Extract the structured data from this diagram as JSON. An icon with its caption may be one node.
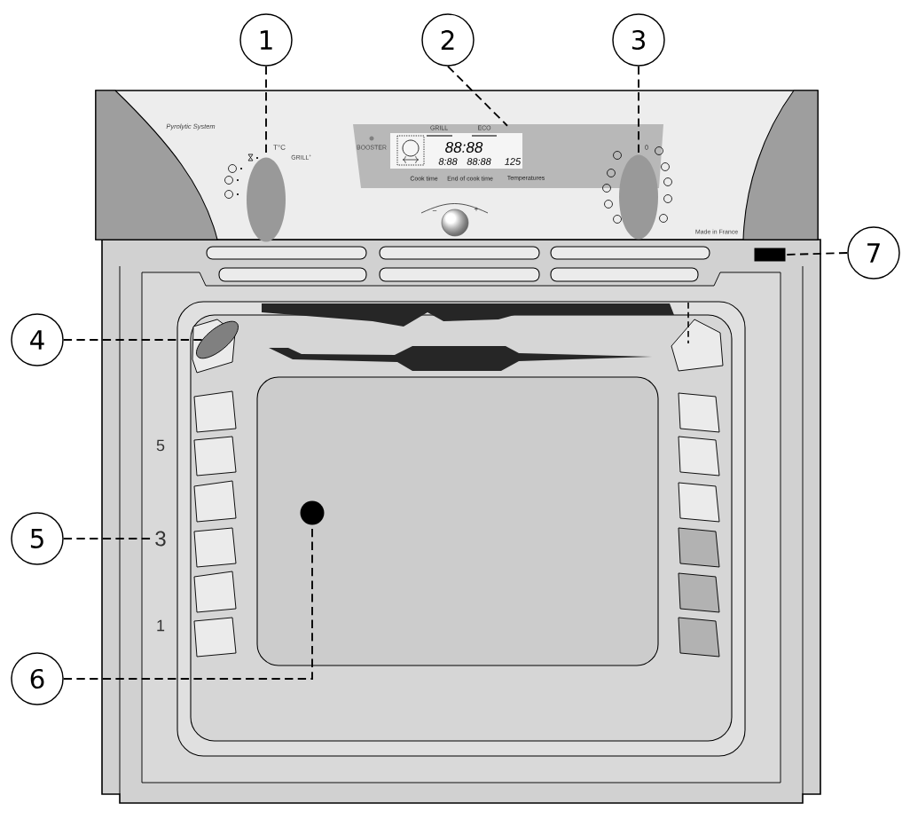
{
  "diagram": {
    "nodes": [
      {
        "text": [
          "1"
        ]
      },
      {
        "text": [
          "2"
        ]
      },
      {
        "text": [
          "3"
        ]
      },
      {
        "text": [
          "4"
        ]
      },
      {
        "text": [
          "5"
        ]
      },
      {
        "text": [
          "6"
        ]
      },
      {
        "text": [
          "7"
        ]
      },
      {
        "text": [],
        "shape": "knob"
      },
      {
        "text": [
          "BOOSTER",
          "GRILL",
          "ECO",
          "88:88",
          "8:88",
          "88:88",
          "125",
          "Cook time",
          "End of cook time",
          "Temperatures"
        ]
      },
      {
        "text": [],
        "shape": "knob"
      },
      {
        "text": [],
        "shape": "lamp"
      },
      {
        "text": [
          "3"
        ]
      },
      {
        "text": [],
        "shape": "circle"
      },
      {
        "text": [],
        "shape": "box"
      }
    ],
    "edges": [
      {
        "from": 0,
        "to": 7,
        "arrow": "none",
        "style": "dashed"
      },
      {
        "from": 1,
        "to": 8,
        "arrow": "none",
        "style": "dashed"
      },
      {
        "from": 2,
        "to": 9,
        "arrow": "none",
        "style": "dashed"
      },
      {
        "from": 3,
        "to": 10,
        "arrow": "none",
        "style": "dashed"
      },
      {
        "from": 4,
        "to": 11,
        "arrow": "none",
        "style": "dashed"
      },
      {
        "from": 5,
        "to": 12,
        "arrow": "none",
        "style": "dashed"
      },
      {
        "from": 6,
        "to": 13,
        "arrow": "none",
        "style": "dashed"
      }
    ],
    "labels": [
      "Pyrolytic System",
      "T°C",
      "GRILL$^{+}$",
      "0",
      "−",
      "+",
      "Made in France",
      "5",
      "1"
    ]
  }
}
